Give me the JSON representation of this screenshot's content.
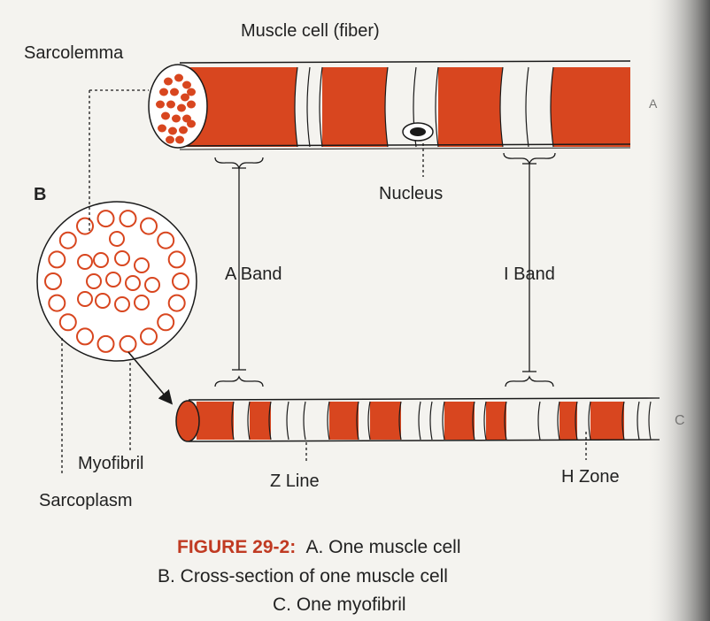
{
  "labels": {
    "muscle_cell": "Muscle cell (fiber)",
    "sarcolemma": "Sarcolemma",
    "panel_b": "B",
    "nucleus": "Nucleus",
    "a_band": "A Band",
    "i_band": "I Band",
    "myofibril": "Myofibril",
    "sarcoplasm": "Sarcoplasm",
    "z_line": "Z Line",
    "h_zone": "H Zone",
    "panel_a_marker": "A",
    "panel_c_marker": "C"
  },
  "caption": {
    "figure_label": "FIGURE 29-2:",
    "line1": "A. One muscle cell",
    "line2": "B. Cross-section of one muscle cell",
    "line3": "C. One myofibril"
  },
  "colors": {
    "band": "#d8461f",
    "outline": "#1a1a1a",
    "background": "#f4f3ef",
    "caption_accent": "#c03a22"
  }
}
